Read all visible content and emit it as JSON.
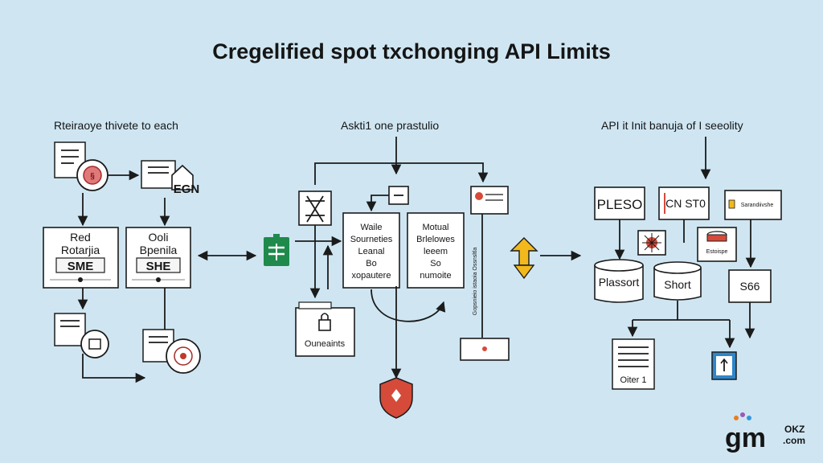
{
  "title": "Cregelified spot txchonging API Limits",
  "sections": {
    "left": "Rteiraoye thivete to each",
    "middle": "Askti1 one prastulio",
    "right": "API it Init banuja of I seeolity"
  },
  "left_nodes": {
    "icon1": "EGN",
    "box1": {
      "line1": "Red",
      "line2": "Rotarjia",
      "line3": "SME"
    },
    "box2": {
      "line1": "Ooli",
      "line2": "Bpenila",
      "line3": "SHE"
    }
  },
  "middle_nodes": {
    "box_a": {
      "line1": "Waile",
      "line2": "Sourneties",
      "line3": "Leanal",
      "line4": "Bo",
      "line5": "xopautere"
    },
    "box_b": {
      "line1": "Motual",
      "line2": "Brlelowes",
      "line3": "leeem",
      "line4": "So",
      "line5": "numoite"
    },
    "locked_box": "Ouneaints",
    "vertical_note": "Gopsnieio istaoia  Ossnsltla"
  },
  "right_nodes": {
    "box1": "PLESO",
    "box2": "CN ST0",
    "box3": "Sarandiivshe",
    "box4": "Plassort",
    "box5": "Short",
    "box6": "S66",
    "box7": "Oiter 1",
    "badge": "Estoispe"
  },
  "logo": {
    "main": "gm",
    "super": "OKZ",
    "sub": ".com"
  },
  "colors": {
    "background": "#cfe6f2",
    "green_icon": "#1f8a4c",
    "shield_red": "#d64a3a",
    "arrow_yellow": "#f3b91c",
    "logo_teal": "#2fb8a4",
    "blue_tile": "#2f86c8"
  }
}
